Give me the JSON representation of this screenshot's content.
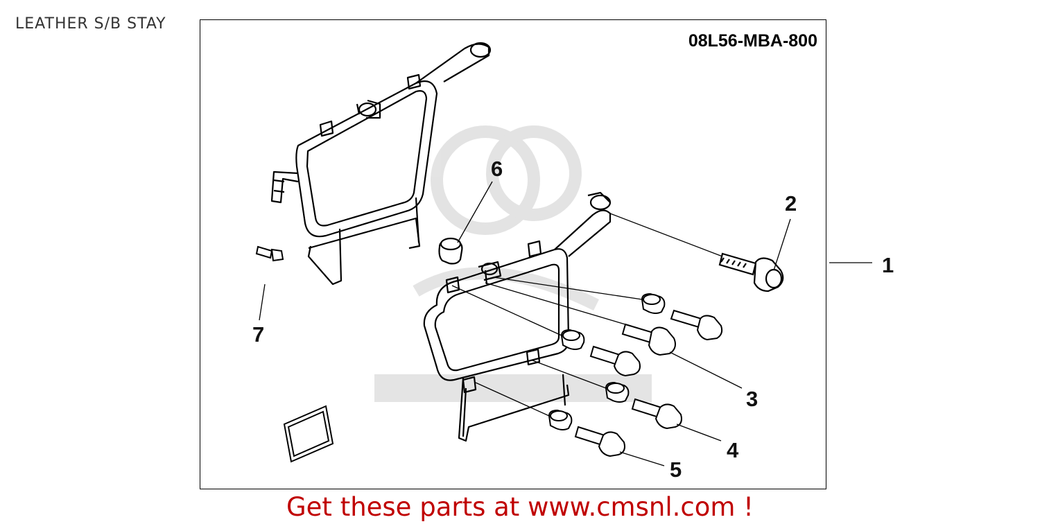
{
  "page": {
    "title": "LEATHER S/B STAY"
  },
  "diagram": {
    "part_code": "08L56-MBA-800",
    "callouts": [
      {
        "id": "1",
        "label": "1"
      },
      {
        "id": "2",
        "label": "2"
      },
      {
        "id": "3",
        "label": "3"
      },
      {
        "id": "4",
        "label": "4"
      },
      {
        "id": "5",
        "label": "5"
      },
      {
        "id": "6",
        "label": "6"
      },
      {
        "id": "7",
        "label": "7"
      }
    ]
  },
  "footer": {
    "promo_text": "Get these parts at www.cmsnl.com !"
  },
  "colors": {
    "promo": "#c00000",
    "line": "#000000",
    "watermark": "#d9d9d9"
  }
}
